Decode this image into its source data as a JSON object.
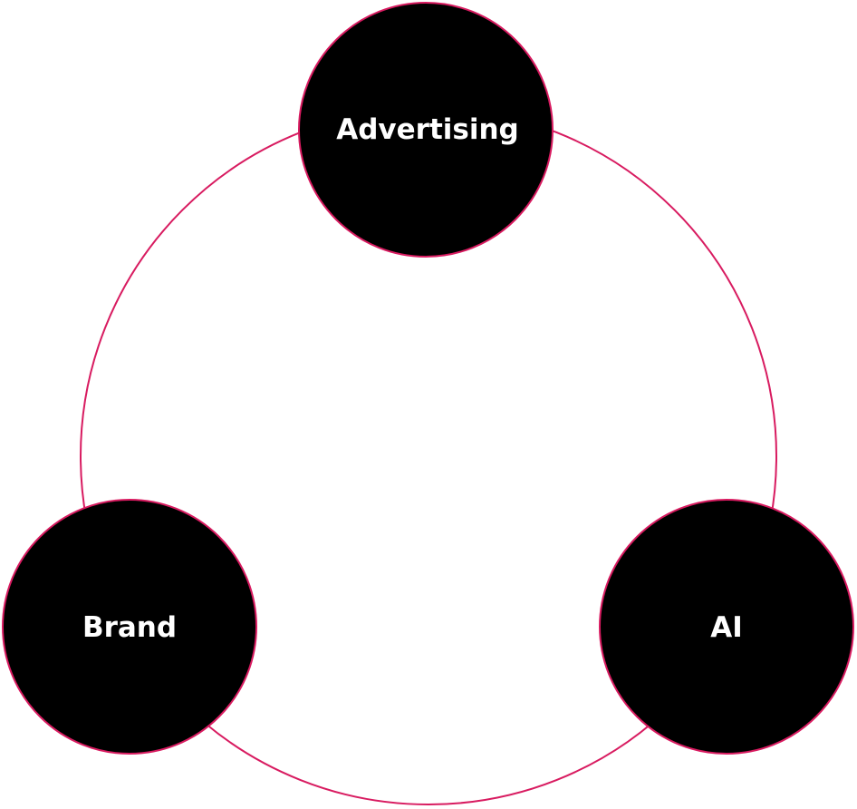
{
  "colors": {
    "ring": "#d81b60",
    "node_fill": "#000000",
    "node_stroke": "#d81b60",
    "label": "#ffffff",
    "background": "#ffffff"
  },
  "nodes": [
    {
      "label": "Advertising"
    },
    {
      "label": "Brand"
    },
    {
      "label": "AI"
    }
  ]
}
